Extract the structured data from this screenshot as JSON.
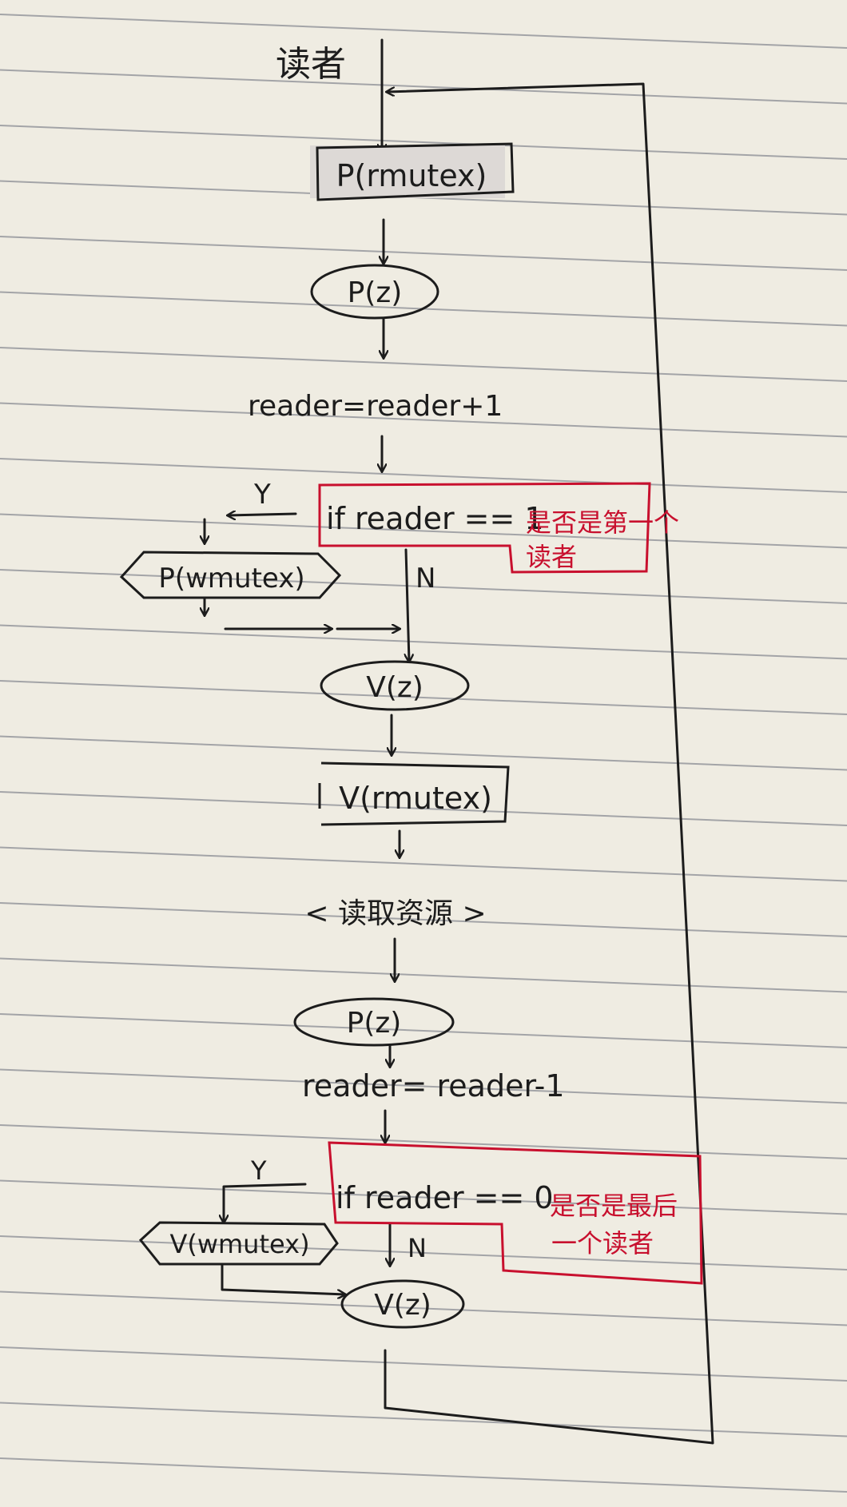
{
  "diagram": {
    "start_label": "读者",
    "nodes": {
      "p_rmutex": "P(rmutex)",
      "p_z1": "P(z)",
      "inc_reader": "reader=reader+1",
      "if_first": "if reader == 1",
      "note_first": [
        "是否是第一个",
        "读者"
      ],
      "p_wmutex": "P(wmutex)",
      "v_z1": "V(z)",
      "v_rmutex": "V(rmutex)",
      "read_resource": "< 读取资源 >",
      "p_z2": "P(z)",
      "dec_reader": "reader= reader-1",
      "if_last": "if reader == 0",
      "note_last": [
        "是否是最后",
        "一个读者"
      ],
      "v_wmutex": "V(wmutex)",
      "v_z2": "V(z)"
    },
    "branch_labels": {
      "yes": "Y",
      "no": "N"
    },
    "colors": {
      "ink": "#1c1c1c",
      "annotation": "#c8102e",
      "paper": "#efece2",
      "rule_line": "#8a8c94"
    }
  }
}
